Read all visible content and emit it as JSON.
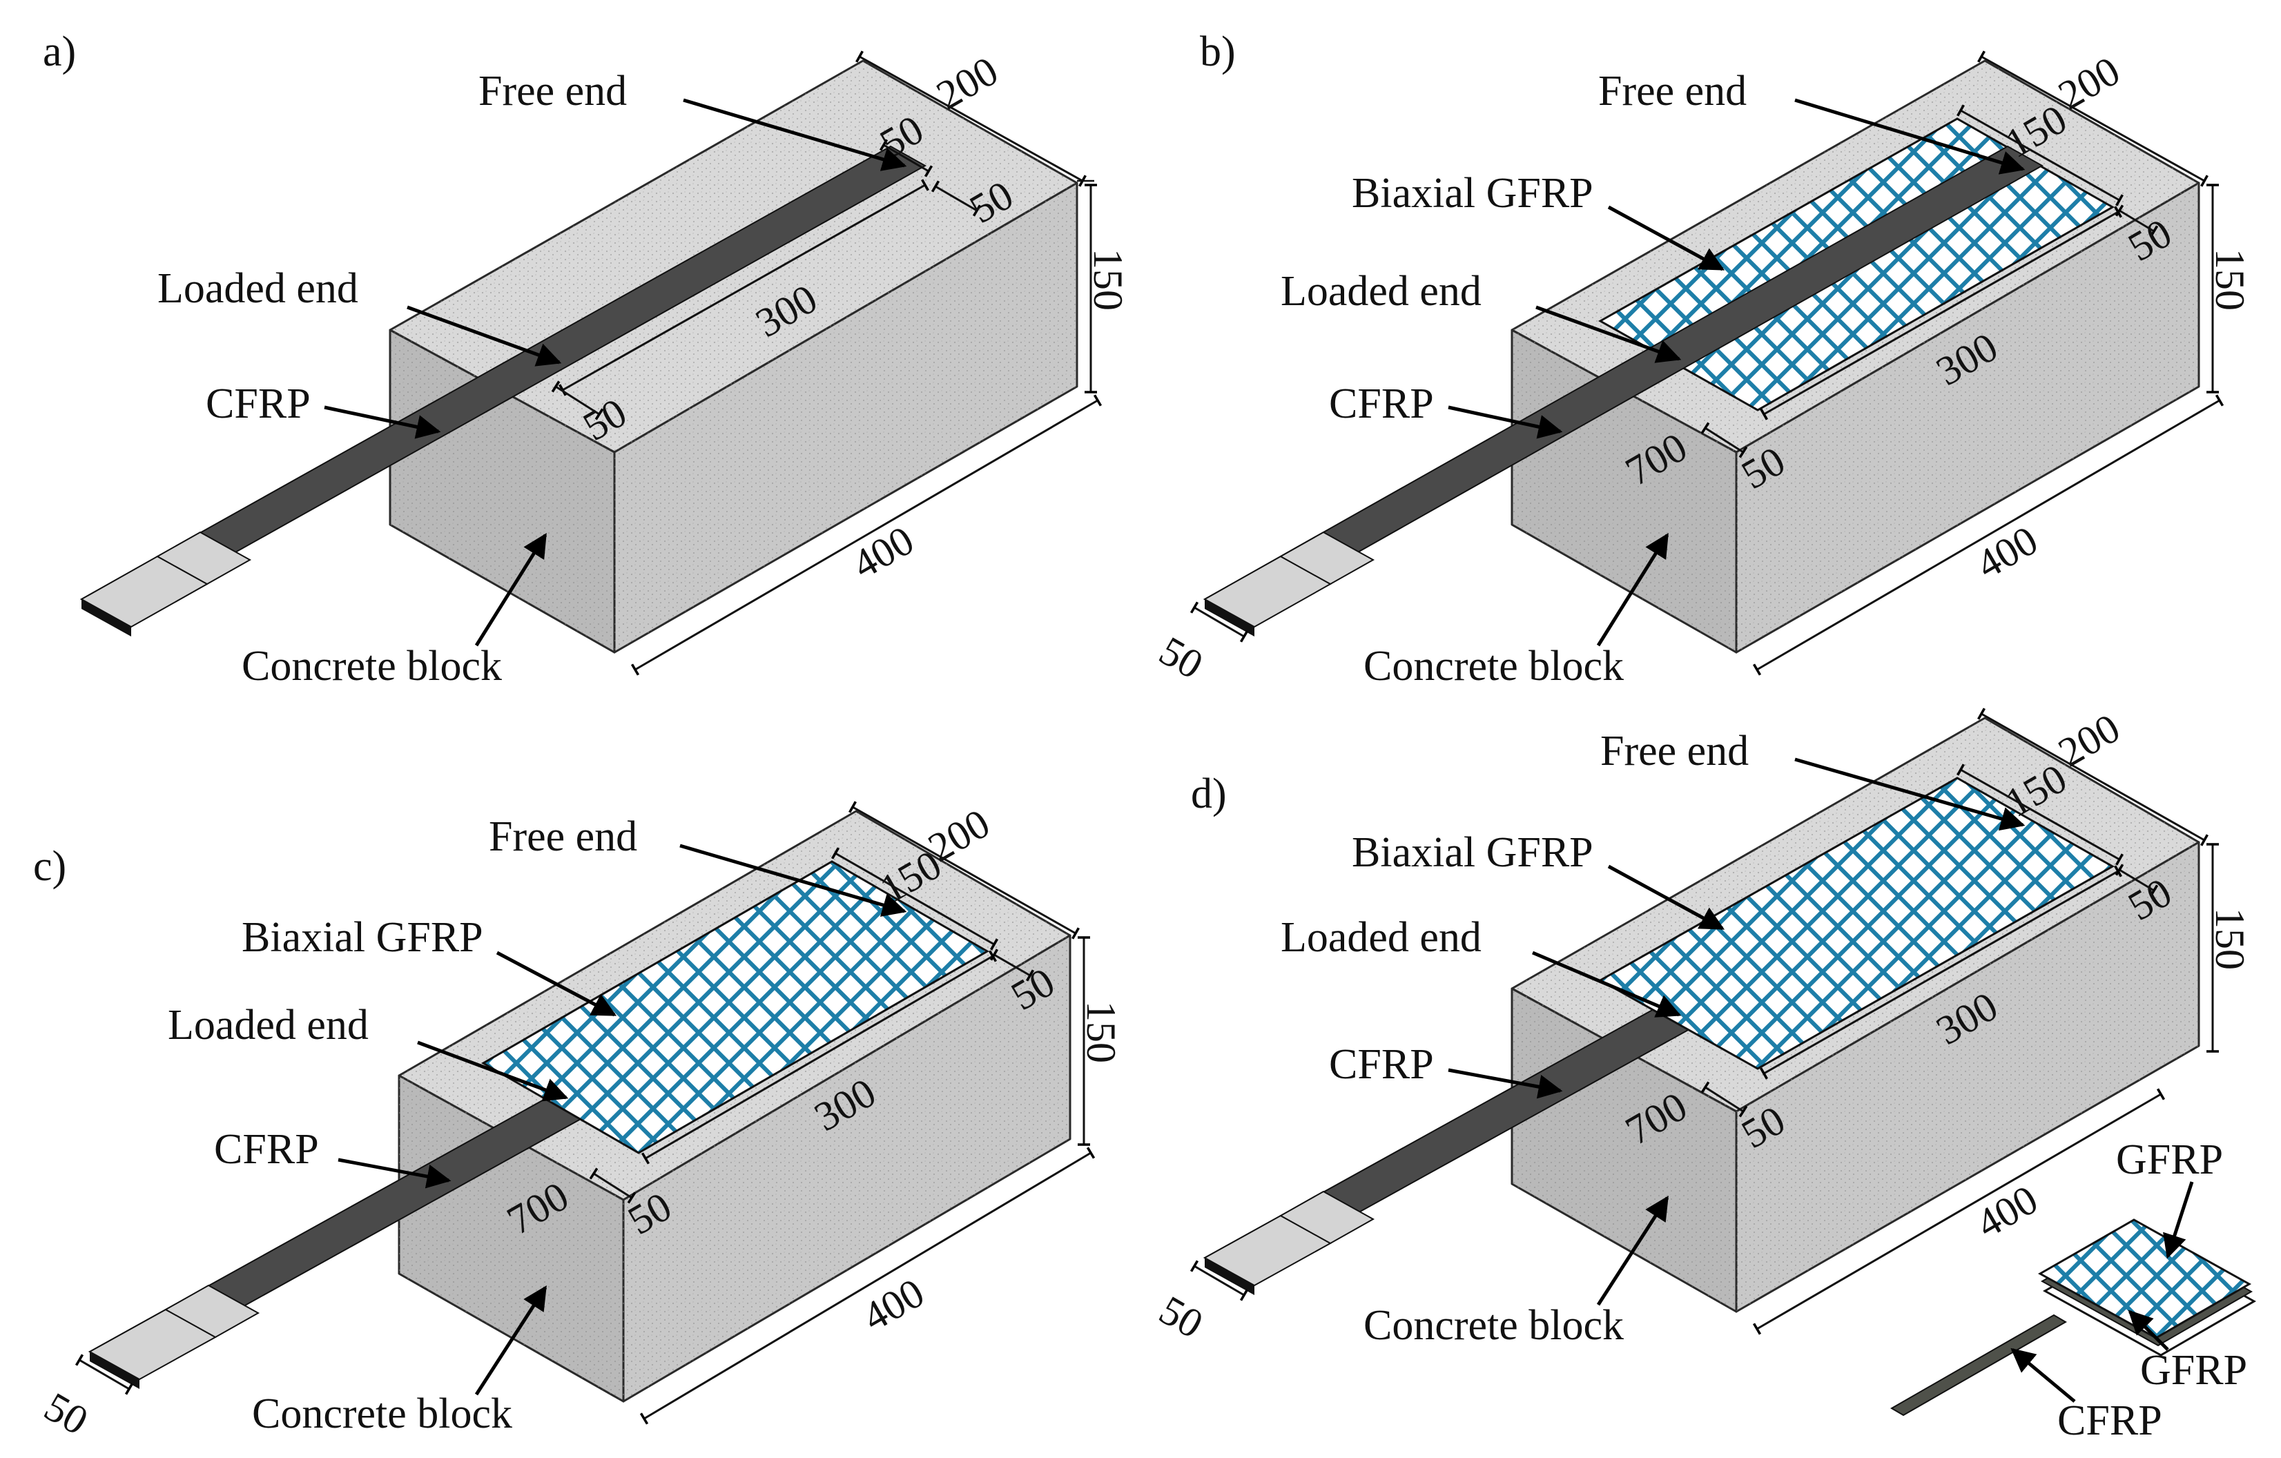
{
  "colors": {
    "concrete_top": "#d9d9d9",
    "concrete_front": "#b9b9b9",
    "concrete_side": "#c8c8c8",
    "cfrp": "#4a4a4a",
    "grip": "#d4d4d4",
    "gfrp_mesh": "#1d7ea8",
    "gfrp_bg": "#ffffff"
  },
  "panels": [
    {
      "tag": "a)",
      "labels": {
        "free_end": "Free end",
        "loaded_end": "Loaded end",
        "cfrp": "CFRP",
        "concrete": "Concrete block"
      },
      "dims": {
        "width": "200",
        "height": "150",
        "length": "400",
        "bond": "300",
        "offset_free": "50",
        "offset_side": "50",
        "offset_loaded": "50"
      }
    },
    {
      "tag": "b)",
      "labels": {
        "free_end": "Free end",
        "gfrp": "Biaxial  GFRP",
        "loaded_end": "Loaded end",
        "cfrp": "CFRP",
        "concrete": "Concrete block"
      },
      "dims": {
        "width": "200",
        "height": "150",
        "length": "400",
        "bond": "300",
        "gfrp_width": "150",
        "side": "50",
        "loaded": "50",
        "strip_length": "700",
        "strip_width": "50"
      }
    },
    {
      "tag": "c)",
      "labels": {
        "free_end": "Free end",
        "gfrp": "Biaxial  GFRP",
        "loaded_end": "Loaded end",
        "cfrp": "CFRP",
        "concrete": "Concrete block"
      },
      "dims": {
        "width": "200",
        "height": "150",
        "length": "400",
        "bond": "300",
        "gfrp_width": "150",
        "side": "50",
        "loaded": "50",
        "strip_length": "700",
        "strip_width": "50"
      }
    },
    {
      "tag": "d)",
      "labels": {
        "free_end": "Free end",
        "gfrp": "Biaxial  GFRP",
        "loaded_end": "Loaded end",
        "cfrp": "CFRP",
        "concrete": "Concrete block"
      },
      "dims": {
        "width": "200",
        "height": "150",
        "length": "400",
        "bond": "300",
        "gfrp_width": "150",
        "side": "50",
        "loaded": "50",
        "strip_length": "700",
        "strip_width": "50"
      },
      "detail": {
        "gfrp_top": "GFRP",
        "gfrp_bottom": "GFRP",
        "cfrp": "CFRP"
      }
    }
  ]
}
